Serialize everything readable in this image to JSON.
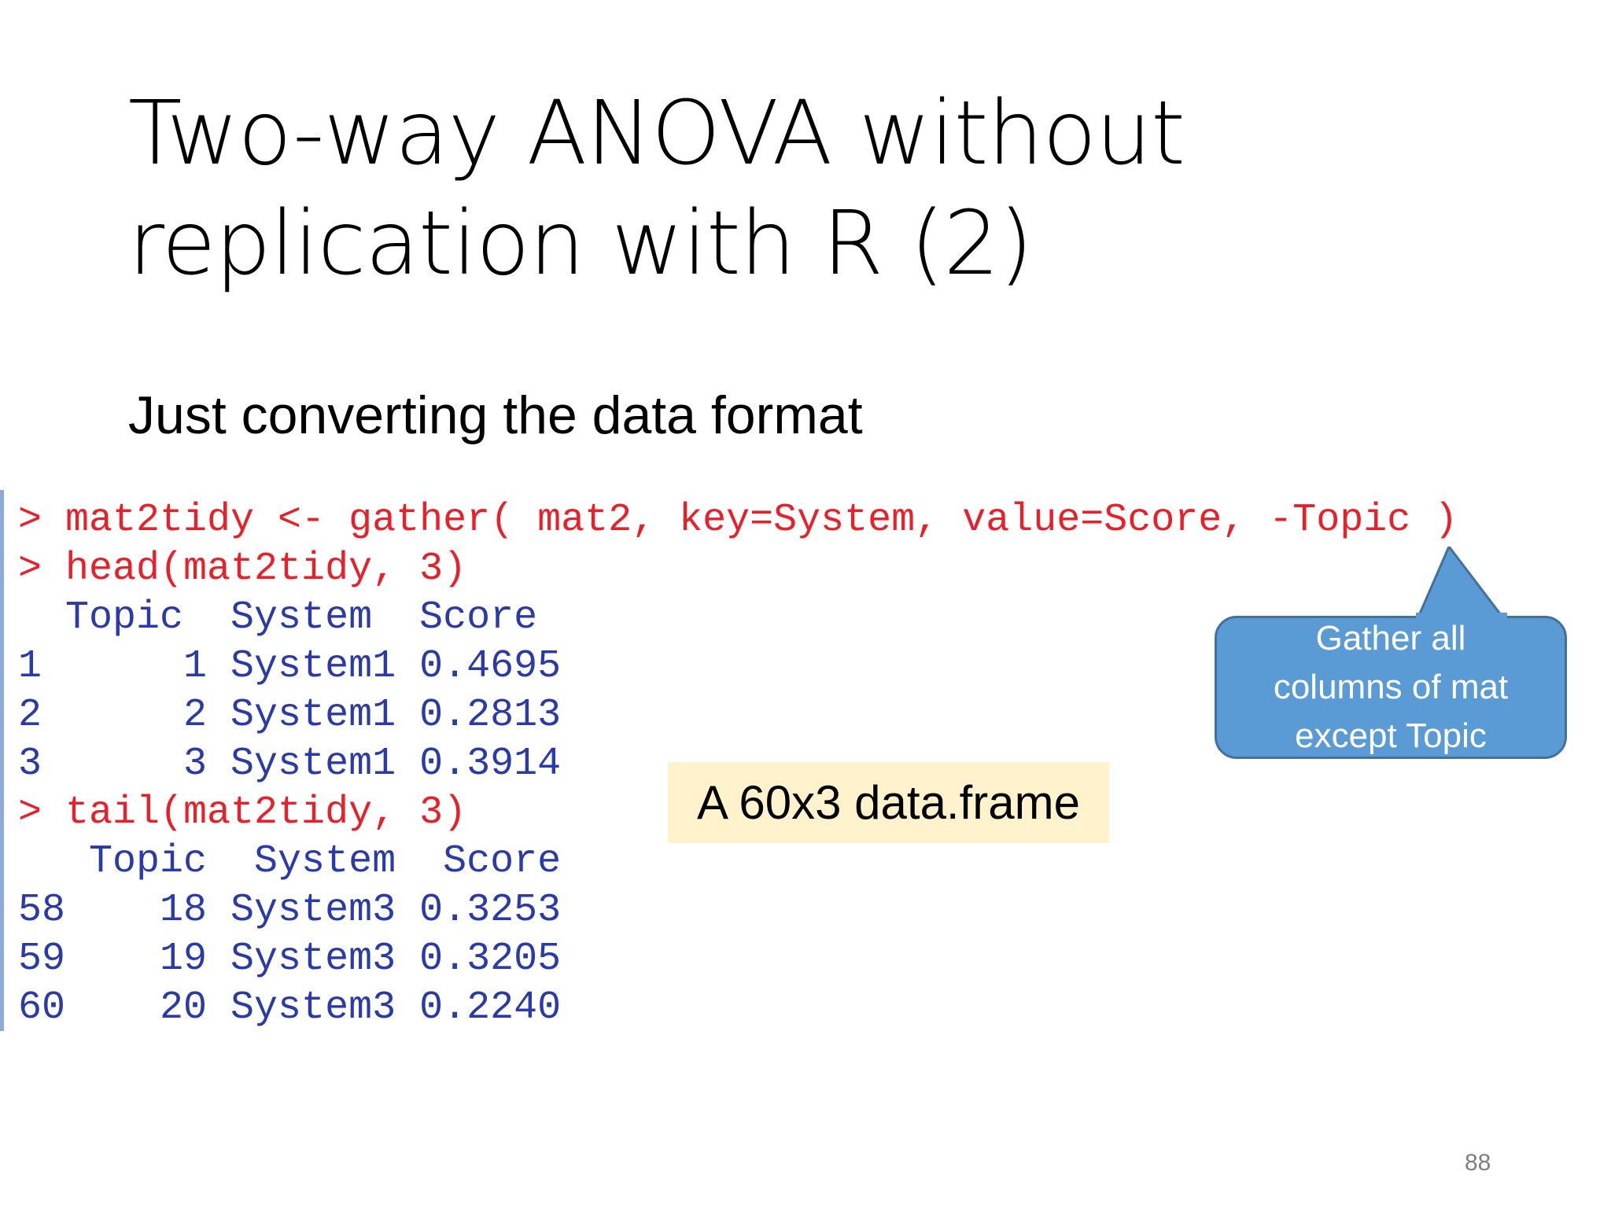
{
  "slide": {
    "title_lines": [
      "Two-way ANOVA without",
      "replication with R (2)"
    ],
    "subtitle": "Just converting the data format",
    "console": {
      "lines": [
        "> mat2tidy <- gather( mat2, key=System, value=Score, -Topic )",
        "> head(mat2tidy, 3)",
        "  Topic  System  Score",
        "1      1 System1 0.4695",
        "2      2 System1 0.2813",
        "3      3 System1 0.3914",
        "> tail(mat2tidy, 3)",
        "   Topic  System  Score",
        "58    18 System3 0.3253",
        "59    19 System3 0.3205",
        "60    20 System3 0.2240"
      ]
    },
    "callout_lines": [
      "Gather all",
      "columns of mat",
      "except Topic"
    ],
    "note": "A 60x3 data.frame",
    "page_number": "88",
    "colors": {
      "command_text": "#e8202a",
      "output_text": "#2a3aa8",
      "callout_fill": "#5b9bd5",
      "callout_border": "#41719c",
      "note_fill": "#fff2cc",
      "console_border": "#8eaadb"
    }
  }
}
